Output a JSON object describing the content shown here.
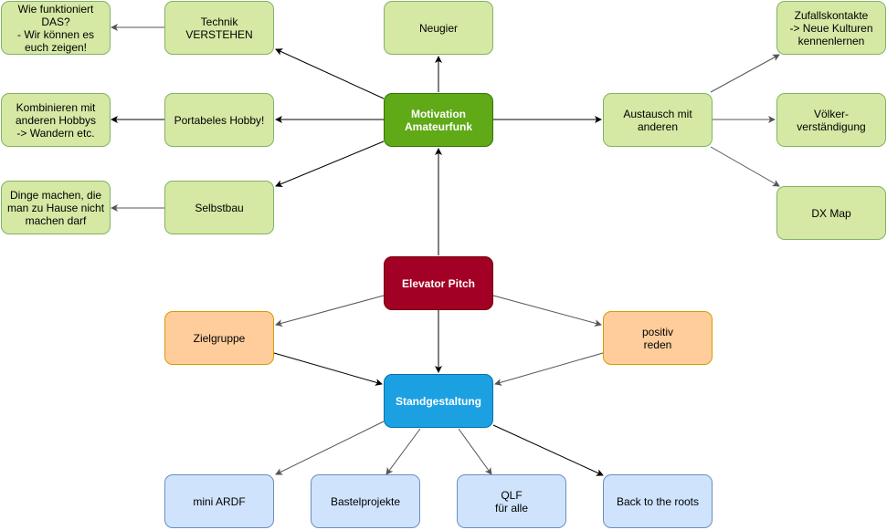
{
  "nodes": {
    "wie_funktioniert": "Wie funktioniert\nDAS?\n- Wir können es\neuch zeigen!",
    "technik": "Technik\nVERSTEHEN",
    "neugier": "Neugier",
    "zufallskontakte": "Zufallskontakte\n-> Neue Kulturen\nkennenlernen",
    "kombinieren": "Kombinieren mit\nanderen Hobbys\n-> Wandern etc.",
    "portabeles": "Portabeles Hobby!",
    "motivation": "Motivation\nAmateurfunk",
    "austausch": "Austausch mit\nanderen",
    "voelker": "Völker-\nverständigung",
    "dinge": "Dinge machen, die\nman zu Hause nicht\nmachen darf",
    "selbstbau": "Selbstbau",
    "dxmap": "DX Map",
    "elevator": "Elevator Pitch",
    "zielgruppe": "Zielgruppe",
    "positiv": "positiv\nreden",
    "standgestaltung": "Standgestaltung",
    "mini_ardf": "mini ARDF",
    "bastel": "Bastelprojekte",
    "qlf": "QLF\nfür alle",
    "back": "Back to the roots"
  },
  "colors": {
    "edge": "#000000",
    "edge_secondary": "#555555"
  }
}
